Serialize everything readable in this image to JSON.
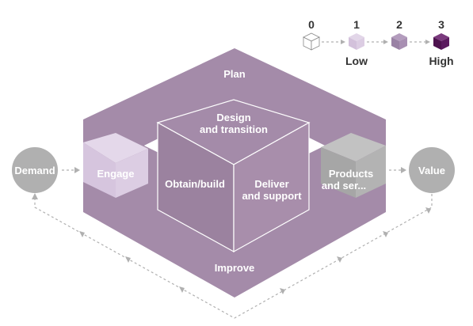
{
  "legend": {
    "levels": [
      {
        "number": "0",
        "caption": "",
        "color": "#ffffff"
      },
      {
        "number": "1",
        "caption": "Low",
        "color": "#d8c8e0"
      },
      {
        "number": "2",
        "caption": "",
        "color": "#a88fb2"
      },
      {
        "number": "3",
        "caption": "High",
        "color": "#5b1a5e"
      }
    ]
  },
  "nodes": {
    "demand": "Demand",
    "value": "Value",
    "plan": "Plan",
    "improve": "Improve",
    "engage": "Engage",
    "design_line1": "Design",
    "design_line2": "and transition",
    "obtain": "Obtain/build",
    "deliver_line1": "Deliver",
    "deliver_line2": "and support",
    "products_line1": "Products",
    "products_line2": "and ser..."
  },
  "colors": {
    "frame": "#a48ba9",
    "frame_dark": "#8d7393",
    "cube_top": "#a48ba9",
    "cube_left": "#9c839f",
    "cube_right": "#a98fad",
    "engage_cube": "#d8c8e0",
    "products_cube": "#a9a9a9",
    "circle": "#b0b0b0",
    "connector": "#b0b0b0"
  }
}
